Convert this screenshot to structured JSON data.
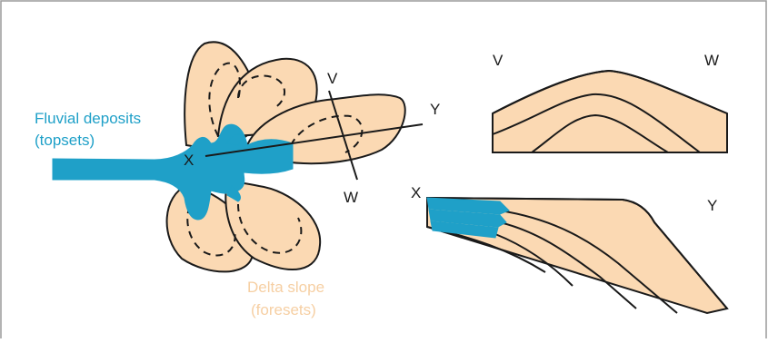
{
  "colors": {
    "sand": "#fbd9b3",
    "fluvial": "#1fa0c8",
    "outline": "#1a1a1a",
    "frame": "#9a9a9a",
    "label_blue": "#1fa0c8",
    "label_tan": "#f6cfa3"
  },
  "labels": {
    "fluvial_line1": "Fluvial deposits",
    "fluvial_line2": "(topsets)",
    "delta_line1": "Delta slope",
    "delta_line2": "(foresets)",
    "plan_x": "X",
    "plan_y": "Y",
    "plan_v": "V",
    "plan_w": "W",
    "sec_vw_v": "V",
    "sec_vw_w": "W",
    "sec_xy_x": "X",
    "sec_xy_y": "Y"
  }
}
